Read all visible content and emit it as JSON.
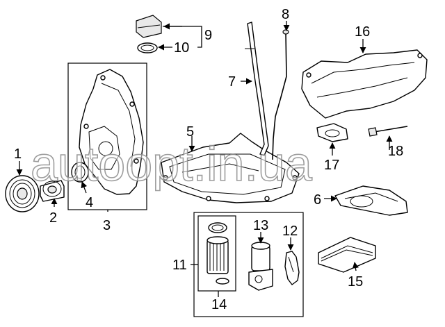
{
  "watermark": {
    "text": "autoopt.in.ua"
  },
  "callouts": {
    "c1": "1",
    "c2": "2",
    "c3": "3",
    "c4": "4",
    "c5": "5",
    "c6": "6",
    "c7": "7",
    "c8": "8",
    "c9": "9",
    "c10": "10",
    "c11": "11",
    "c12": "12",
    "c13": "13",
    "c14": "14",
    "c15": "15",
    "c16": "16",
    "c17": "17",
    "c18": "18"
  }
}
